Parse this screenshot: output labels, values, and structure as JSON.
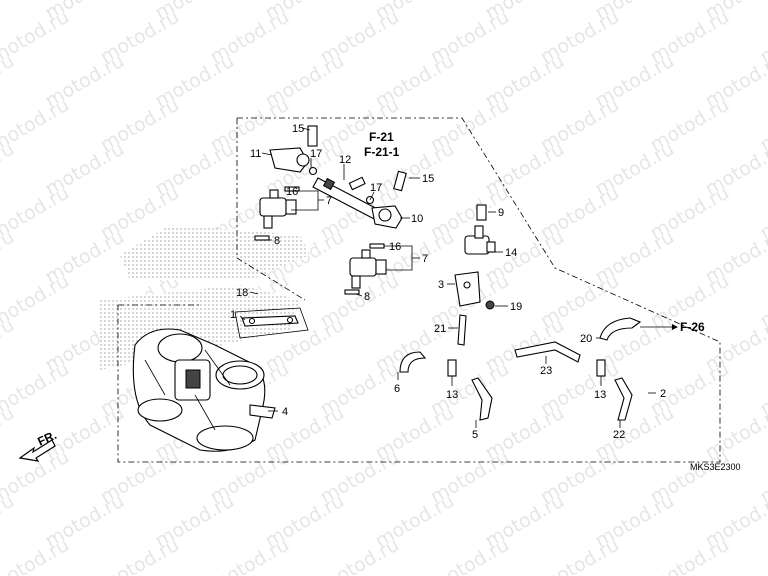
{
  "watermark": {
    "text": "motod.ru"
  },
  "labels": {
    "p15a": "15",
    "p11": "11",
    "p17a": "17",
    "p12": "12",
    "f21": "F-21",
    "f21_1": "F-21-1",
    "p17b": "17",
    "p15b": "15",
    "p16a": "16",
    "p7a": "7",
    "p10": "10",
    "p9": "9",
    "p8a": "8",
    "p16b": "16",
    "p7b": "7",
    "p14": "14",
    "p3": "3",
    "p18": "18",
    "p19": "19",
    "p1": "1",
    "p8b": "8",
    "p21": "21",
    "p20": "20",
    "f26": "F-26",
    "p23": "23",
    "p6": "6",
    "p13a": "13",
    "p13b": "13",
    "p2": "2",
    "p4": "4",
    "p5": "5",
    "p22": "22",
    "fr": "FR."
  },
  "diagram_code": "MKS3E2300"
}
